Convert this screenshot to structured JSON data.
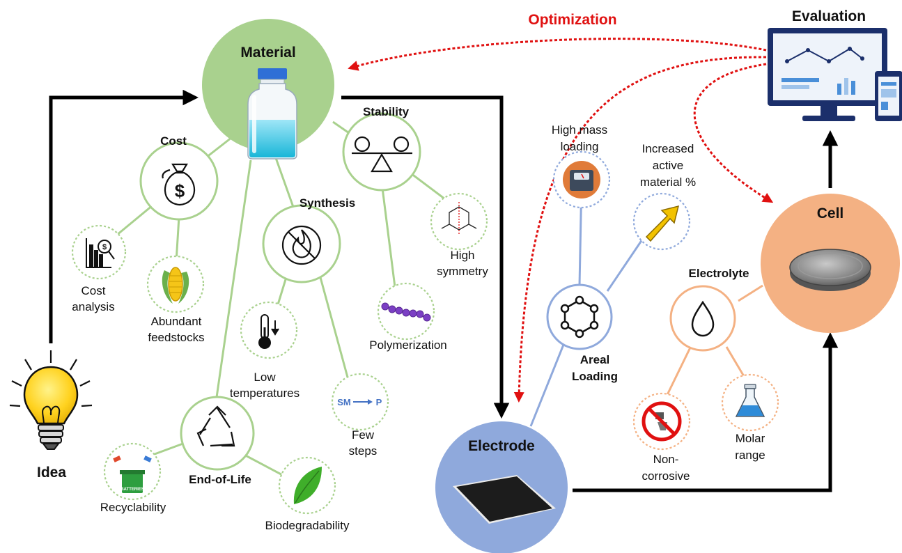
{
  "nodes": {
    "idea": "Idea",
    "material": "Material",
    "electrode": "Electrode",
    "cell": "Cell",
    "evaluation": "Evaluation",
    "optimization": "Optimization"
  },
  "material_props": {
    "cost": "Cost",
    "stability": "Stability",
    "synthesis": "Synthesis",
    "end_of_life": "End-of-Life"
  },
  "sub_labels": {
    "cost_analysis": [
      "Cost",
      "analysis"
    ],
    "abundant_feedstocks": [
      "Abundant",
      "feedstocks"
    ],
    "low_temperatures": [
      "Low",
      "temperatures"
    ],
    "few_steps": [
      "Few",
      "steps"
    ],
    "high_symmetry": [
      "High",
      "symmetry"
    ],
    "polymerization": [
      "Polymerization"
    ],
    "recyclability": [
      "Recyclability"
    ],
    "biodegradability": [
      "Biodegradability"
    ],
    "sm_p": [
      "SM",
      "P"
    ],
    "batteries": "BATTERIES"
  },
  "electrode_props": {
    "areal_loading": [
      "Areal",
      "Loading"
    ],
    "high_mass_loading": [
      "High mass",
      "loading"
    ],
    "increased_active": [
      "Increased",
      "active",
      "material %"
    ]
  },
  "cell_props": {
    "electrolyte": "Electrolyte",
    "non_corrosive": [
      "Non-",
      "corrosive"
    ],
    "molar_range": [
      "Molar",
      "range"
    ]
  },
  "colors": {
    "material_fill": "#a9d18e",
    "green_line": "#a9d18e",
    "electrode_fill": "#8fa9dc",
    "blue_line": "#8fa9dc",
    "cell_fill": "#f4b183",
    "orange_line": "#f4b183",
    "optimization": "#e01010",
    "flow": "#000000",
    "bulb": "#ffd21f"
  }
}
